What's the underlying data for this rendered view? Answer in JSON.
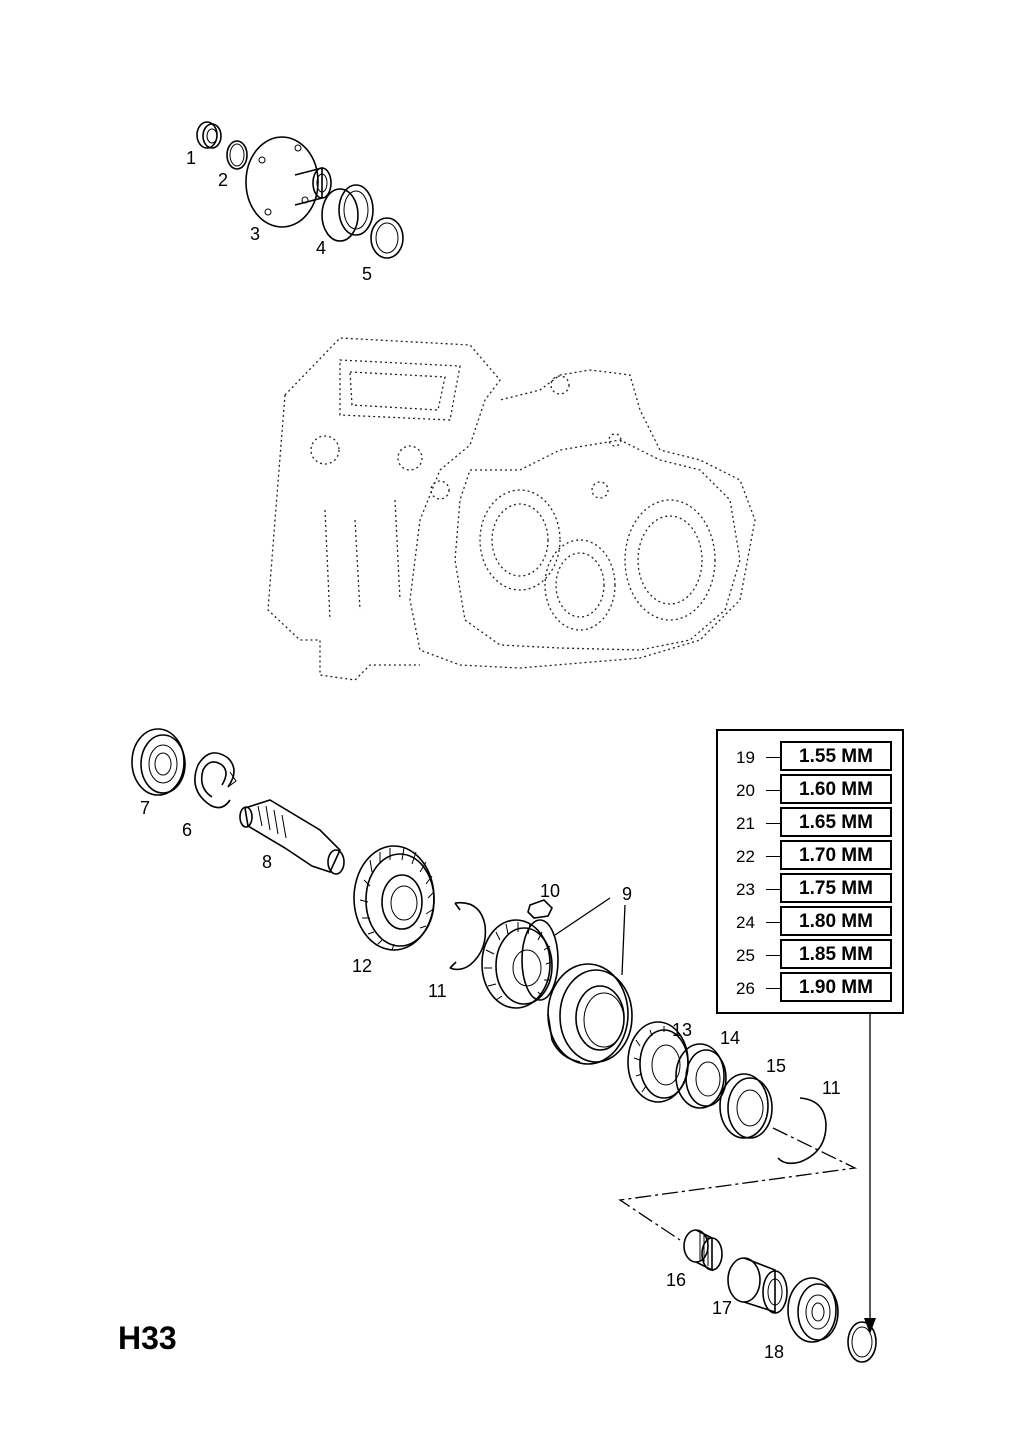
{
  "diagram": {
    "page_code": "H33",
    "callouts": [
      "1",
      "2",
      "3",
      "4",
      "5",
      "6",
      "7",
      "8",
      "9",
      "10",
      "11",
      "11",
      "12",
      "13",
      "14",
      "15",
      "16",
      "17",
      "18"
    ],
    "size_table": [
      {
        "ref": "19",
        "value": "1.55 MM"
      },
      {
        "ref": "20",
        "value": "1.60 MM"
      },
      {
        "ref": "21",
        "value": "1.65 MM"
      },
      {
        "ref": "22",
        "value": "1.70 MM"
      },
      {
        "ref": "23",
        "value": "1.75 MM"
      },
      {
        "ref": "24",
        "value": "1.80 MM"
      },
      {
        "ref": "25",
        "value": "1.85 MM"
      },
      {
        "ref": "26",
        "value": "1.90 MM"
      }
    ]
  }
}
